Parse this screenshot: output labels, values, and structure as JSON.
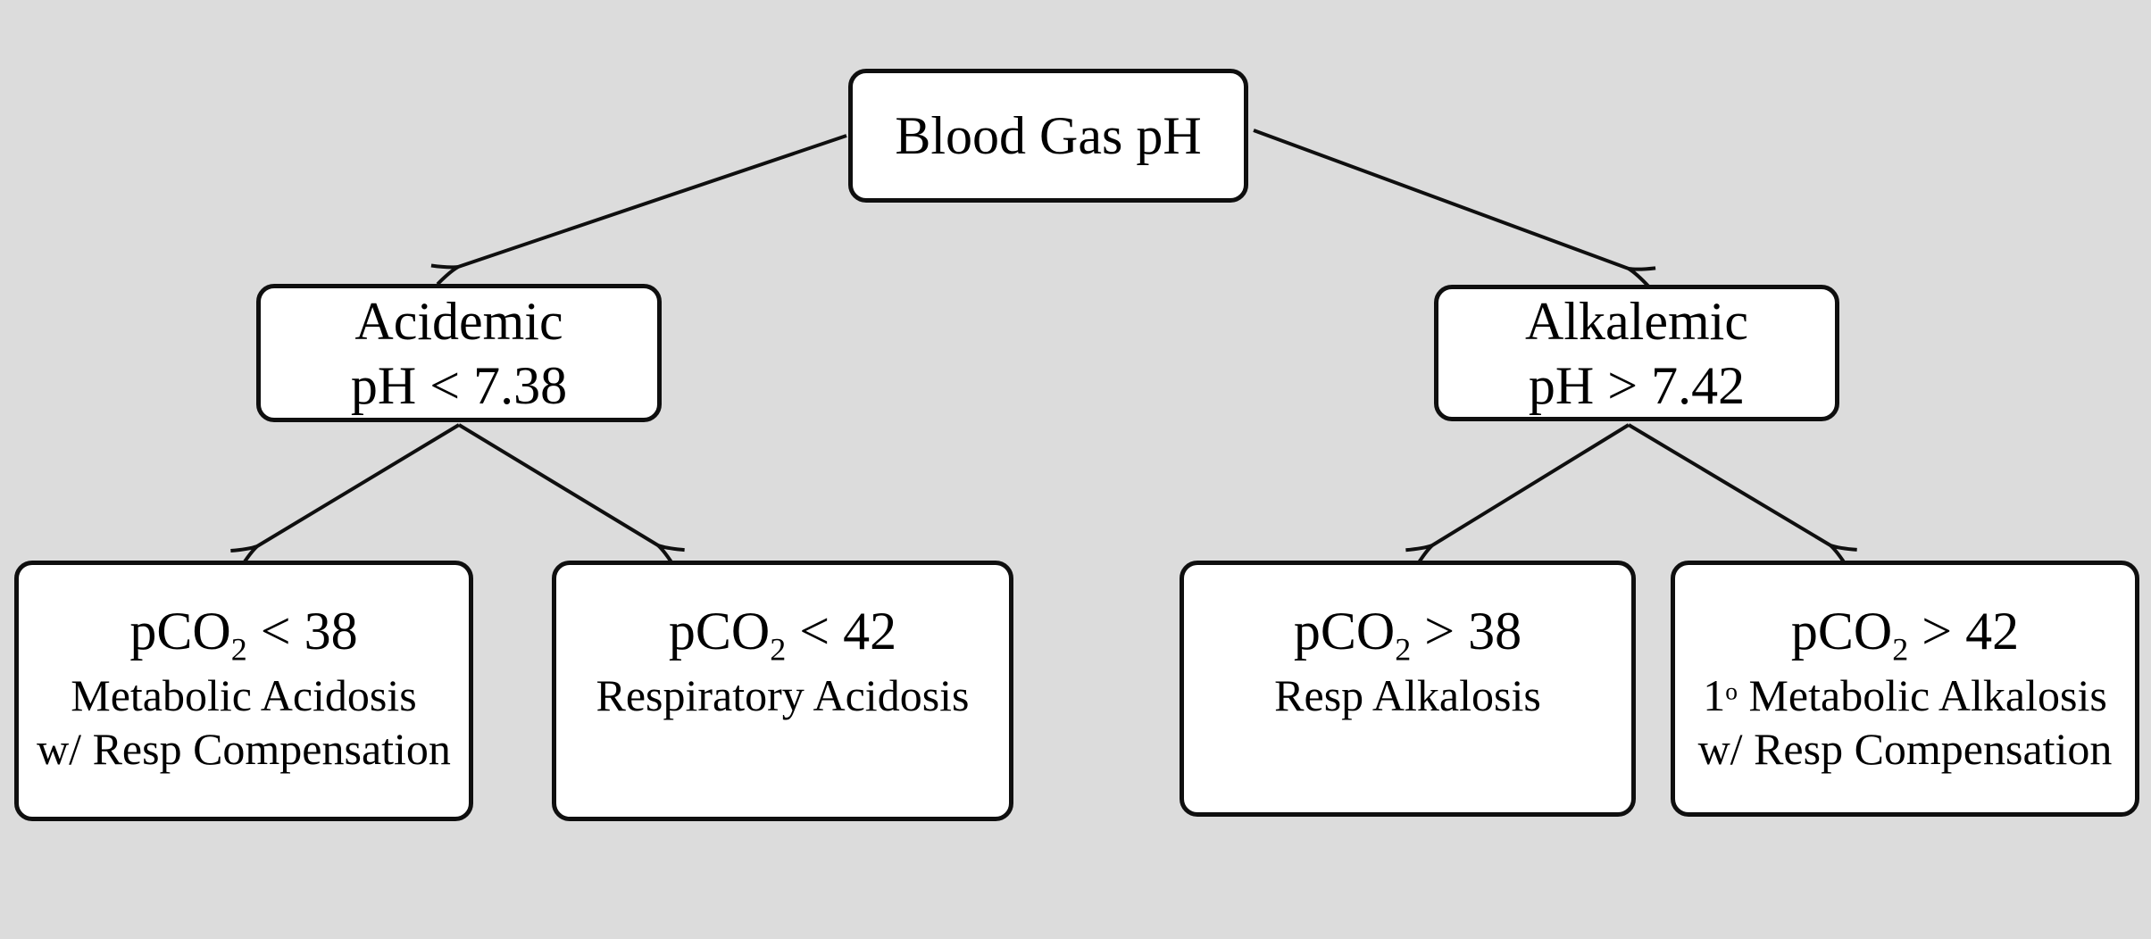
{
  "diagram": {
    "background_color": "#dcdcdc",
    "node_fill": "#ffffff",
    "line_color": "#0f0f0f",
    "root": {
      "label": "Blood Gas pH"
    },
    "acidemic": {
      "title": "Acidemic",
      "condition": "pH < 7.38"
    },
    "alkalemic": {
      "title": "Alkalemic",
      "condition": "pH > 7.42"
    },
    "metabolic_acidosis": {
      "formula_base": "pCO",
      "formula_sub": "2",
      "formula_rest": " < 38",
      "diagnosis": "Metabolic Acidosis",
      "note": "w/ Resp Compensation"
    },
    "respiratory_acidosis": {
      "formula_base": "pCO",
      "formula_sub": "2",
      "formula_rest": " < 42",
      "diagnosis": "Respiratory Acidosis"
    },
    "resp_alkalosis": {
      "formula_base": "pCO",
      "formula_sub": "2",
      "formula_rest": " > 38",
      "diagnosis": "Resp Alkalosis"
    },
    "metabolic_alkalosis": {
      "formula_base": "pCO",
      "formula_sub": "2",
      "formula_rest": " > 42",
      "diagnosis_num": "1",
      "diagnosis_sup": "o",
      "diagnosis_rest": " Metabolic Alkalosis",
      "note": "w/ Resp Compensation"
    }
  }
}
